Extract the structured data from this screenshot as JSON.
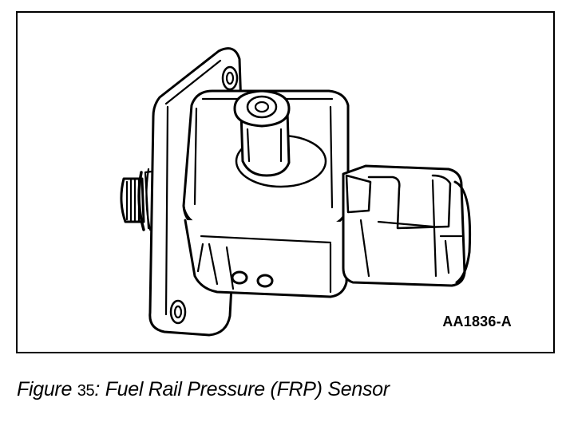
{
  "figure": {
    "code_label": "AA1836-A"
  },
  "caption": {
    "prefix": "Figure",
    "number": "35",
    "separator": ":",
    "title": "Fuel Rail Pressure (FRP) Sensor"
  }
}
